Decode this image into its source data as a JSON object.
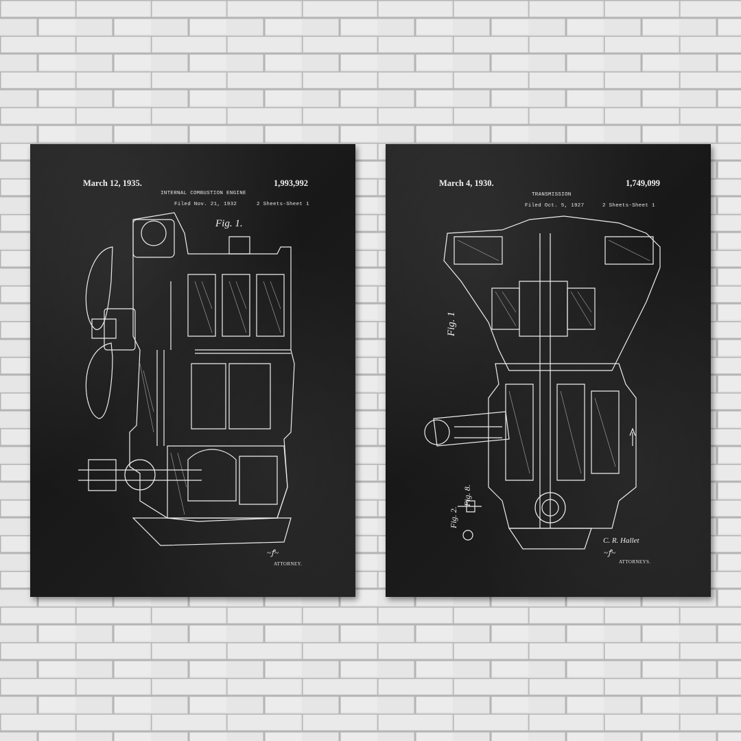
{
  "posters": [
    {
      "date": "March 12, 1935.",
      "patent_number": "1,993,992",
      "title": "INTERNAL COMBUSTION ENGINE",
      "filed": "Filed Nov. 21, 1932",
      "sheets": "2 Sheets-Sheet 1",
      "figure": "Fig. 1.",
      "attorney_label": "ATTORNEY."
    },
    {
      "date": "March 4, 1930.",
      "patent_number": "1,749,099",
      "title": "TRANSMISSION",
      "filed": "Filed Oct. 5, 1927",
      "sheets": "2 Sheets-Sheet 1",
      "figure_main": "Fig. 1",
      "figure_small": "Fig. 2.",
      "figure_small_b": "Fig. 8.",
      "inventor_sig": "C. R. Hallet",
      "attorney_label": "ATTORNEYS."
    }
  ],
  "colors": {
    "wall": "#dedede",
    "brick_line": "#b4b4b4",
    "poster_bg": "#1c1c1c",
    "ink": "#f0f0f0"
  }
}
